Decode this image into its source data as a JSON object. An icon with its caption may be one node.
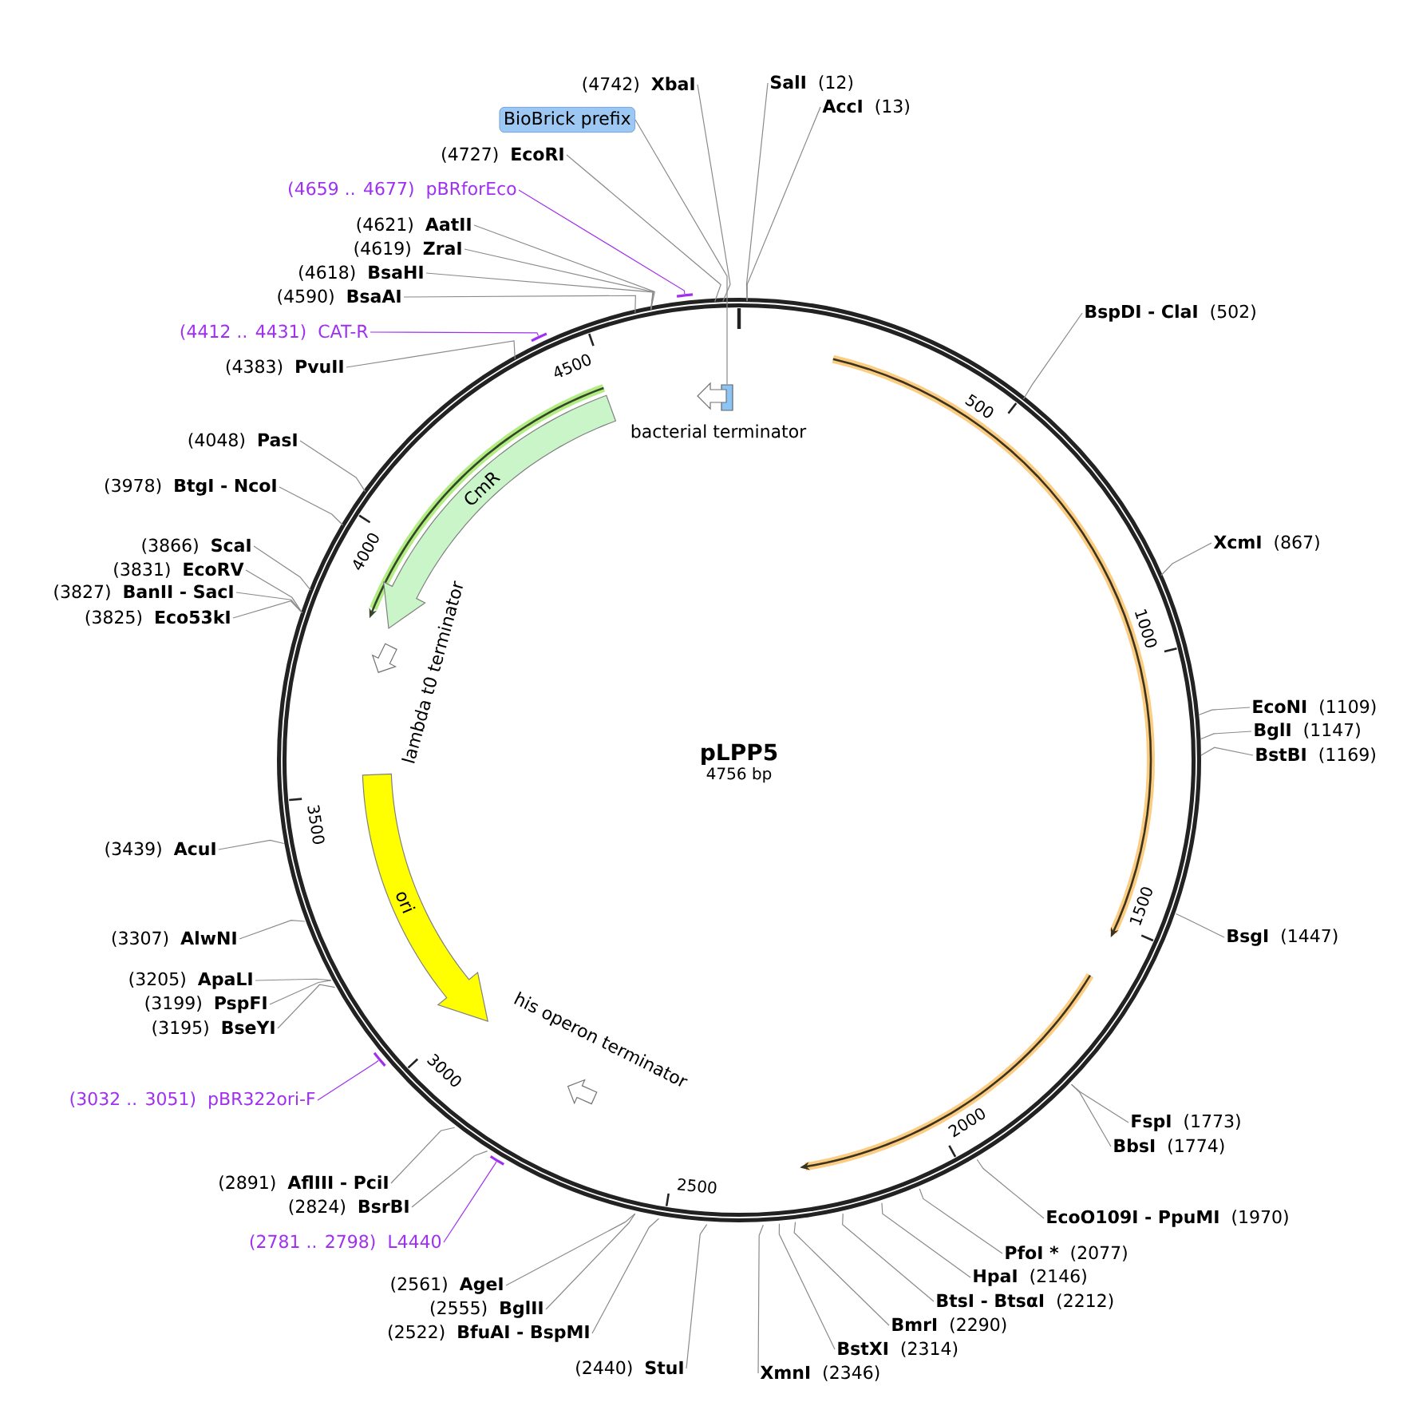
{
  "diagram": {
    "nodes": [
      {
        "text": [
          "pLPP5",
          "4756 bp"
        ]
      },
      {
        "text": [],
        "shape": "box",
        "in": 0
      },
      {
        "text": [
          "bacterial terminator"
        ],
        "in": 0
      },
      {
        "text": [
          "CmR"
        ],
        "in": 0
      },
      {
        "text": [
          "lambda t0 terminator"
        ],
        "in": 0
      },
      {
        "text": [
          "ori"
        ],
        "in": 0
      },
      {
        "text": [
          "his operon terminator"
        ],
        "in": 0
      },
      {
        "text": [
          "(4742)",
          "XbaI"
        ]
      },
      {
        "text": [
          "SalI",
          "(12)"
        ]
      },
      {
        "text": [
          "AccI",
          "(13)"
        ]
      },
      {
        "text": [
          "BioBrick prefix"
        ]
      },
      {
        "text": [
          "(4727)",
          "EcoRI"
        ]
      },
      {
        "text": [
          "(4659 .. 4677)",
          "pBRforEco"
        ]
      },
      {
        "text": [
          "(4621)",
          "AatII"
        ]
      },
      {
        "text": [
          "(4619)",
          "ZraI"
        ]
      },
      {
        "text": [
          "(4618)",
          "BsaHI"
        ]
      },
      {
        "text": [
          "(4590)",
          "BsaAI"
        ]
      },
      {
        "text": [
          "BspDI - ClaI",
          "(502)"
        ]
      },
      {
        "text": [
          "(4412 .. 4431)",
          "CAT-R"
        ]
      },
      {
        "text": [
          "(4383)",
          "PvuII"
        ]
      },
      {
        "text": [
          "(4048)",
          "PasI"
        ]
      },
      {
        "text": [
          "(3978)",
          "BtgI - NcoI"
        ]
      },
      {
        "text": [
          "XcmI",
          "(867)"
        ]
      },
      {
        "text": [
          "(3866)",
          "ScaI"
        ]
      },
      {
        "text": [
          "(3831)",
          "EcoRV"
        ]
      },
      {
        "text": [
          "(3827)",
          "BanII - SacI"
        ]
      },
      {
        "text": [
          "(3825)",
          "Eco53kI"
        ]
      },
      {
        "text": [
          "EcoNI",
          "(1109)"
        ]
      },
      {
        "text": [
          "BglI",
          "(1147)"
        ]
      },
      {
        "text": [
          "BstBI",
          "(1169)"
        ]
      },
      {
        "text": [
          "(3439)",
          "AcuI"
        ]
      },
      {
        "text": [
          "BsgI",
          "(1447)"
        ]
      },
      {
        "text": [
          "(3307)",
          "AlwNI"
        ]
      },
      {
        "text": [
          "(3205)",
          "ApaLI"
        ]
      },
      {
        "text": [
          "(3199)",
          "PspFI"
        ]
      },
      {
        "text": [
          "(3195)",
          "BseYI"
        ]
      },
      {
        "text": [
          "(3032 .. 3051)",
          "pBR322ori-F"
        ]
      },
      {
        "text": [
          "FspI",
          "(1773)"
        ]
      },
      {
        "text": [
          "BbsI",
          "(1774)"
        ]
      },
      {
        "text": [
          "(2891)",
          "AflIII - PciI"
        ]
      },
      {
        "text": [
          "(2824)",
          "BsrBI"
        ]
      },
      {
        "text": [
          "EcoO109I - PpuMI",
          "(1970)"
        ]
      },
      {
        "text": [
          "(2781 .. 2798)",
          "L4440"
        ]
      },
      {
        "text": [
          "PfoI *",
          "(2077)"
        ]
      },
      {
        "text": [
          "HpaI",
          "(2146)"
        ]
      },
      {
        "text": [
          "(2561)",
          "AgeI"
        ]
      },
      {
        "text": [
          "BtsI - BtsαI",
          "(2212)"
        ]
      },
      {
        "text": [
          "(2555)",
          "BglII"
        ]
      },
      {
        "text": [
          "BmrI",
          "(2290)"
        ]
      },
      {
        "text": [
          "(2522)",
          "BfuAI - BspMI"
        ]
      },
      {
        "text": [
          "BstXI",
          "(2314)"
        ]
      },
      {
        "text": [
          "(2440)",
          "StuI"
        ]
      },
      {
        "text": [
          "XmnI",
          "(2346)"
        ]
      }
    ],
    "edges": [
      {
        "from": 7,
        "to": 0,
        "arrow": "none"
      },
      {
        "from": 8,
        "to": 0,
        "arrow": "none"
      },
      {
        "from": 9,
        "to": 0,
        "arrow": "none"
      },
      {
        "from": 10,
        "to": 1,
        "arrow": "none"
      },
      {
        "from": 11,
        "to": 0,
        "arrow": "none"
      },
      {
        "from": 12,
        "to": 0,
        "arrow": "none",
        "color": "#a030f0"
      },
      {
        "from": 13,
        "to": 0,
        "arrow": "none"
      },
      {
        "from": 14,
        "to": 0,
        "arrow": "none"
      },
      {
        "from": 15,
        "to": 0,
        "arrow": "none"
      },
      {
        "from": 16,
        "to": 0,
        "arrow": "none"
      },
      {
        "from": 17,
        "to": 0,
        "arrow": "none"
      },
      {
        "from": 18,
        "to": 0,
        "arrow": "none",
        "color": "#a030f0"
      },
      {
        "from": 19,
        "to": 0,
        "arrow": "none"
      },
      {
        "from": 20,
        "to": 0,
        "arrow": "none"
      },
      {
        "from": 21,
        "to": 0,
        "arrow": "none"
      },
      {
        "from": 22,
        "to": 0,
        "arrow": "none"
      },
      {
        "from": 23,
        "to": 0,
        "arrow": "none"
      },
      {
        "from": 24,
        "to": 0,
        "arrow": "none"
      },
      {
        "from": 25,
        "to": 0,
        "arrow": "none"
      },
      {
        "from": 26,
        "to": 0,
        "arrow": "none"
      },
      {
        "from": 27,
        "to": 0,
        "arrow": "none"
      },
      {
        "from": 28,
        "to": 0,
        "arrow": "none"
      },
      {
        "from": 29,
        "to": 0,
        "arrow": "none"
      },
      {
        "from": 30,
        "to": 0,
        "arrow": "none"
      },
      {
        "from": 31,
        "to": 0,
        "arrow": "none"
      },
      {
        "from": 32,
        "to": 0,
        "arrow": "none"
      },
      {
        "from": 33,
        "to": 0,
        "arrow": "none"
      },
      {
        "from": 34,
        "to": 0,
        "arrow": "none"
      },
      {
        "from": 35,
        "to": 0,
        "arrow": "none"
      },
      {
        "from": 36,
        "to": 0,
        "arrow": "none",
        "color": "#a030f0"
      },
      {
        "from": 37,
        "to": 0,
        "arrow": "none"
      },
      {
        "from": 38,
        "to": 0,
        "arrow": "none"
      },
      {
        "from": 39,
        "to": 0,
        "arrow": "none"
      },
      {
        "from": 40,
        "to": 0,
        "arrow": "none"
      },
      {
        "from": 41,
        "to": 0,
        "arrow": "none"
      },
      {
        "from": 42,
        "to": 0,
        "arrow": "none",
        "color": "#a030f0"
      },
      {
        "from": 43,
        "to": 0,
        "arrow": "none"
      },
      {
        "from": 44,
        "to": 0,
        "arrow": "none"
      },
      {
        "from": 45,
        "to": 0,
        "arrow": "none"
      },
      {
        "from": 46,
        "to": 0,
        "arrow": "none"
      },
      {
        "from": 47,
        "to": 0,
        "arrow": "none"
      },
      {
        "from": 48,
        "to": 0,
        "arrow": "none"
      },
      {
        "from": 49,
        "to": 0,
        "arrow": "none"
      },
      {
        "from": 50,
        "to": 0,
        "arrow": "none"
      },
      {
        "from": 51,
        "to": 0,
        "arrow": "none"
      },
      {
        "from": 52,
        "to": 0,
        "arrow": "none"
      }
    ],
    "labels": [
      "500",
      "1000",
      "1500",
      "2000",
      "2500",
      "3000",
      "3500",
      "4000",
      "4500"
    ]
  }
}
